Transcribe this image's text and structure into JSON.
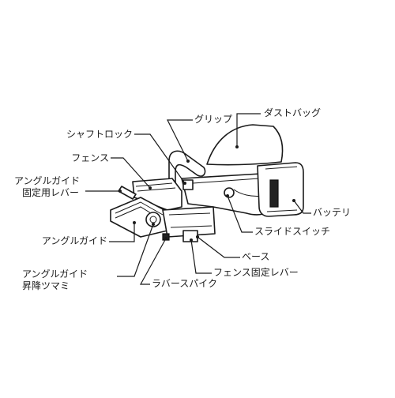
{
  "labels": {
    "grip": "グリップ",
    "dust_bag": "ダストバッグ",
    "shaft_lock": "シャフトロック",
    "fence": "フェンス",
    "angle_guide_lever_line1": "アングルガイド",
    "angle_guide_lever_line2": "固定用レバー",
    "battery": "バッテリ",
    "slide_switch": "スライドスイッチ",
    "angle_guide": "アングルガイド",
    "base": "ベース",
    "angle_guide_knob_line1": "アングルガイド",
    "angle_guide_knob_line2": "昇降ツマミ",
    "fence_lock_lever": "フェンス固定レバー",
    "rubber_spike": "ラバースパイク"
  }
}
